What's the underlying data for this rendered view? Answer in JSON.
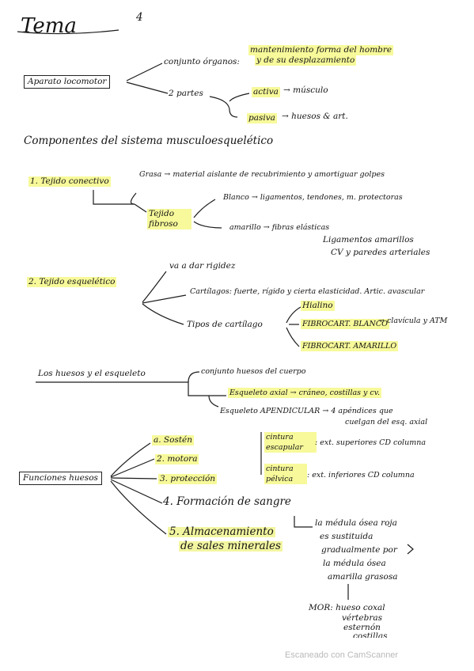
{
  "title": "Tema",
  "number": "4",
  "sec1": {
    "box": "Aparato locomotor",
    "conjunto": "conjunto órganos:",
    "def1": "mantenimiento forma del hombre",
    "def2": "y de su desplazamiento",
    "partes": "2 partes",
    "activa": "activa",
    "activa_res": "→ músculo",
    "pasiva": "pasiva",
    "pasiva_res": "→ huesos & art."
  },
  "sec2": {
    "heading": "Componentes del sistema musculoesquelético"
  },
  "tc": {
    "label": "1. Tejido conectivo",
    "grasa": "Grasa → material aislante de recubrimiento y amortiguar golpes",
    "fibroso": "Tejido fibroso",
    "blanco": "Blanco → ligamentos, tendones, m. protectoras",
    "amarillo": "amarillo → fibras elásticas",
    "lig1": "Ligamentos amarillos",
    "lig2": "CV y paredes arteriales"
  },
  "te": {
    "label": "2. Tejido esquelético",
    "rigidez": "va a dar rigidez",
    "cartilago": "Cartílagos: fuerte, rígido y cierta elasticidad. Artic. avascular",
    "tipos": "Tipos de cartílago",
    "hialino": "Hialino",
    "fibro_blanco": "FIBROCART. BLANCO",
    "fibro_blanco_res": "→ clavícula y ATM",
    "fibro_amarillo": "FIBROCART. AMARILLO"
  },
  "he": {
    "heading": "Los huesos y el esqueleto",
    "conjunto": "conjunto huesos del cuerpo",
    "axial": "Esqueleto axial → cráneo, costillas y cv.",
    "apendicular": "Esqueleto APENDICULAR → 4 apéndices que",
    "apendicular2": "cuelgan del esq. axial",
    "cintura_esc": "cintura escapular",
    "cintura_esc_res": ": ext. superiores CD columna",
    "cintura_pel": "cintura pélvica",
    "cintura_pel_res": ": ext. inferiores CD columna"
  },
  "fh": {
    "box": "Funciones huesos",
    "sosten": "a. Sostén",
    "motora": "2. motora",
    "proteccion": "3. protección",
    "formacion": "4. Formación de sangre",
    "almac1": "5. Almacenamiento",
    "almac2": "de sales minerales",
    "med1": "la médula ósea roja",
    "med2": "es sustituida",
    "med3": "gradualmente por",
    "med4": "la médula ósea",
    "med5": "amarilla grasosa",
    "mor": "MOR: hueso coxal",
    "mor2": "vértebras",
    "mor3": "esternón",
    "mor4": "costillas"
  },
  "footer": "Escaneado con CamScanner"
}
